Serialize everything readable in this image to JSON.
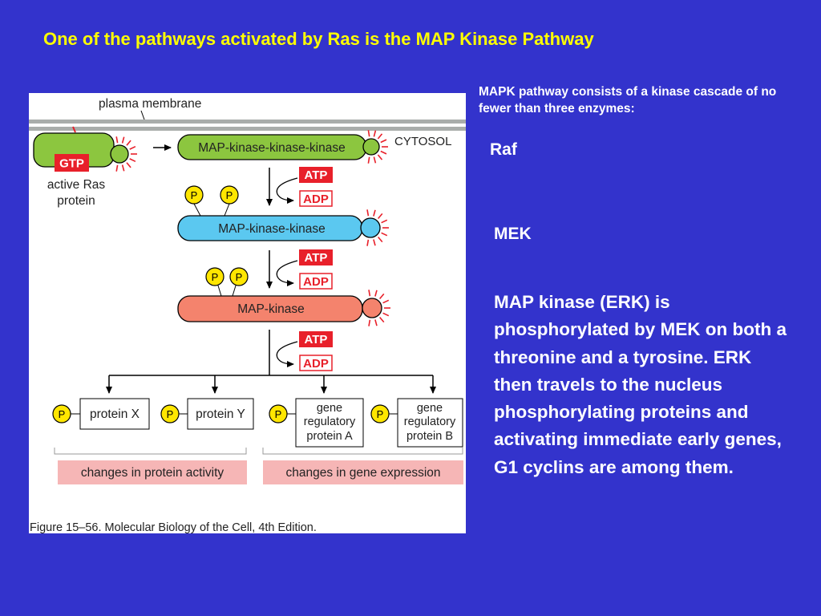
{
  "slide": {
    "title": "One of the pathways activated by Ras is the MAP Kinase Pathway",
    "intro": "MAPK pathway consists of a kinase cascade of no fewer than three enzymes:",
    "raf": "Raf",
    "mek": "MEK",
    "body": "MAP kinase (ERK) is phosphorylated by MEK on both a threonine and a tyrosine.  ERK then travels to the nucleus phosphorylating proteins and activating immediate early genes, G1 cyclins are among them."
  },
  "figure": {
    "membrane_label": "plasma membrane",
    "cytosol_label": "CYTOSOL",
    "gtp": "GTP",
    "ras_label_1": "active Ras",
    "ras_label_2": "protein",
    "mapkkk": "MAP-kinase-kinase-kinase",
    "mapkk": "MAP-kinase-kinase",
    "mapk": "MAP-kinase",
    "atp": "ATP",
    "adp": "ADP",
    "p": "P",
    "protein_x": "protein X",
    "protein_y": "protein Y",
    "gene_a": [
      "gene",
      "regulatory",
      "protein A"
    ],
    "gene_b": [
      "gene",
      "regulatory",
      "protein B"
    ],
    "changes_activity": "changes in protein activity",
    "changes_expression": "changes in gene expression",
    "caption": "Figure 15–56. Molecular Biology of the Cell, 4th Edition.",
    "colors": {
      "ras": "#8cc63f",
      "mapkk": "#5bc8f0",
      "mapk": "#f4836d",
      "atp_box": "#e8202a",
      "p_circle": "#ffe600",
      "changes_band": "#f6b6b6",
      "starburst": "#e8202a"
    }
  }
}
